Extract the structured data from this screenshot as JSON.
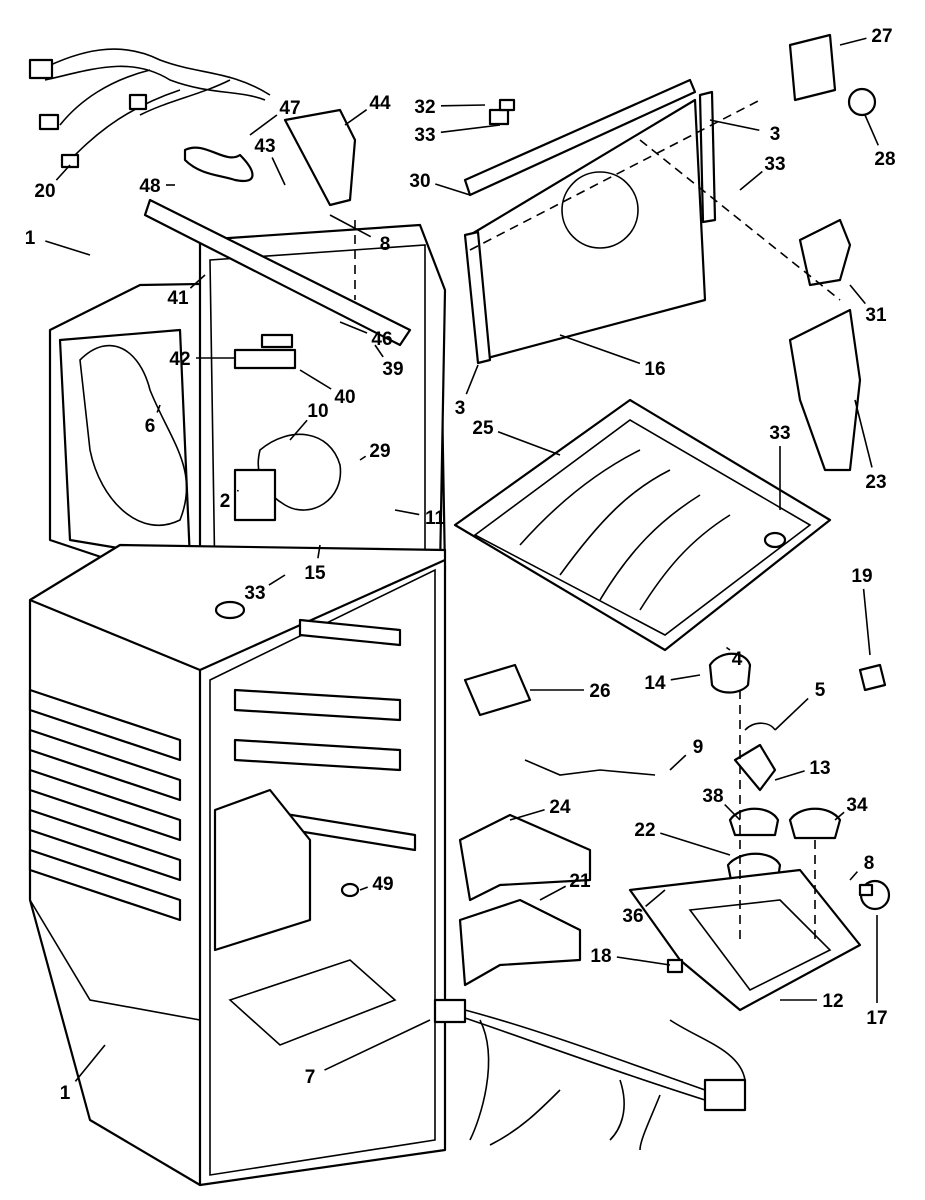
{
  "diagram": {
    "type": "exploded parts diagram",
    "callouts": [
      "27",
      "28",
      "32",
      "33",
      "3",
      "33",
      "30",
      "47",
      "44",
      "43",
      "48",
      "8",
      "20",
      "1",
      "41",
      "42",
      "46",
      "40",
      "39",
      "31",
      "16",
      "3",
      "25",
      "10",
      "29",
      "6",
      "2",
      "11",
      "33",
      "23",
      "15",
      "33",
      "19",
      "4",
      "14",
      "5",
      "26",
      "9",
      "13",
      "24",
      "38",
      "34",
      "22",
      "8",
      "21",
      "49",
      "36",
      "18",
      "12",
      "17",
      "1",
      "7"
    ]
  }
}
